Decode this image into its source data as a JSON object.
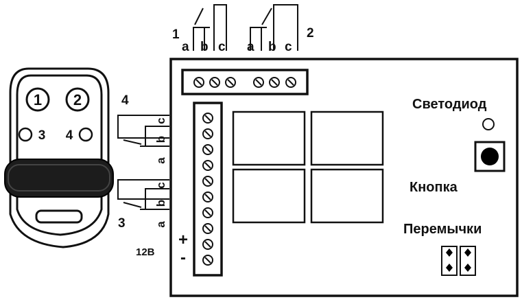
{
  "remote": {
    "buttons": [
      "1",
      "2"
    ],
    "side_buttons": [
      "3",
      "4"
    ]
  },
  "top_relays": [
    {
      "number": "1",
      "contacts": [
        "a",
        "b",
        "c"
      ]
    },
    {
      "number": "2",
      "contacts": [
        "a",
        "b",
        "c"
      ]
    }
  ],
  "side_relays": [
    {
      "number": "4",
      "contacts": [
        "a",
        "b",
        "c"
      ]
    },
    {
      "number": "3",
      "contacts": [
        "a",
        "b",
        "c"
      ]
    }
  ],
  "power": {
    "plus": "+",
    "minus": "-",
    "voltage": "12В"
  },
  "labels": {
    "led": "Светодиод",
    "button": "Кнопка",
    "jumpers": "Перемычки"
  },
  "colors": {
    "ink": "#111111",
    "background": "#ffffff",
    "remote_band": "#1c1c1c"
  }
}
